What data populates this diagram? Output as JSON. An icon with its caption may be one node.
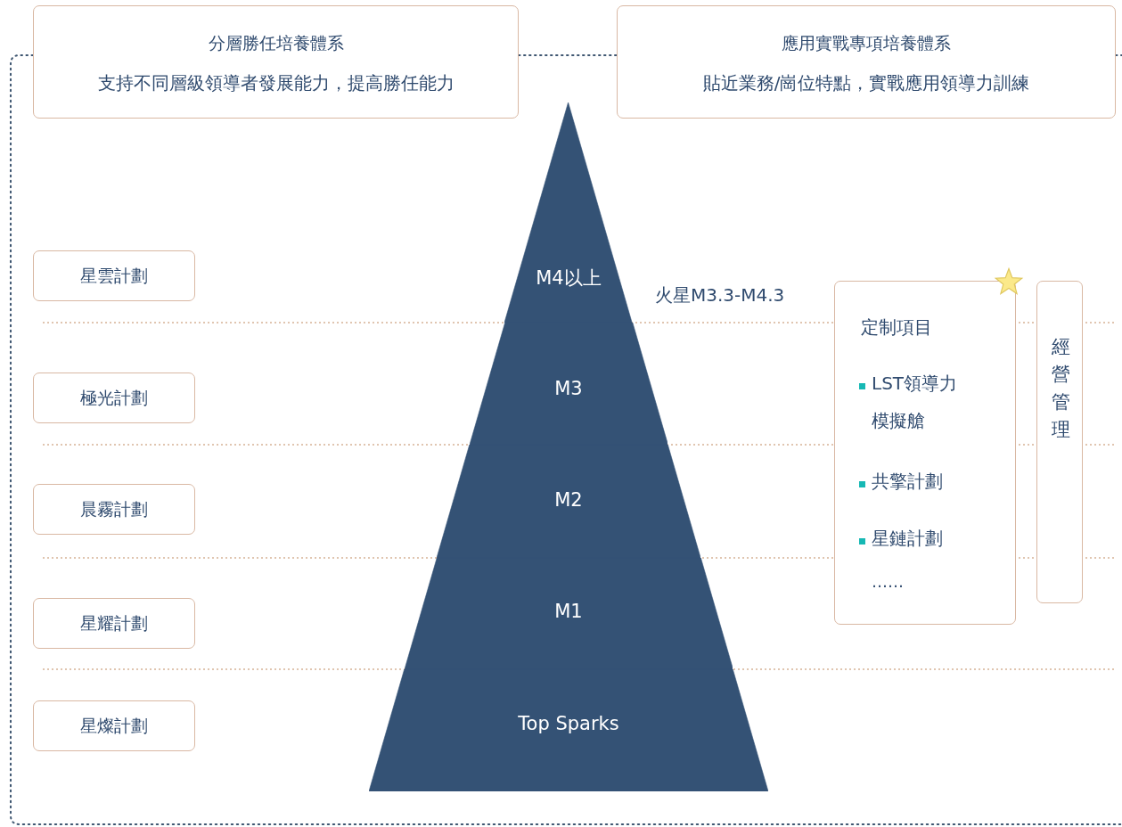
{
  "diagram": {
    "nodes": [
      {
        "text": [
          "分層勝任培養體系",
          "支持不同層級領導者發展能力，提高勝任能力"
        ]
      },
      {
        "text": [
          "應用實戰專項培養體系",
          "貼近業務/崗位特點，實戰應用領導力訓練"
        ]
      },
      {
        "text": [
          "星雲計劃"
        ]
      },
      {
        "text": [
          "極光計劃"
        ]
      },
      {
        "text": [
          "晨霧計劃"
        ]
      },
      {
        "text": [
          "星耀計劃"
        ]
      },
      {
        "text": [
          "星燦計劃"
        ]
      },
      {
        "text": [
          "M4以上"
        ]
      },
      {
        "text": [
          "M3"
        ]
      },
      {
        "text": [
          "M2"
        ]
      },
      {
        "text": [
          "M1"
        ]
      },
      {
        "text": [
          "Top Sparks"
        ]
      },
      {
        "text": [
          "定制項目",
          "LST領導力模擬艙",
          "共擎計劃",
          "星鏈計劃",
          "……"
        ]
      },
      {
        "text": [
          "經營管理"
        ]
      }
    ],
    "edges": [],
    "labels": [
      "火星M3.3-M4.3"
    ]
  }
}
